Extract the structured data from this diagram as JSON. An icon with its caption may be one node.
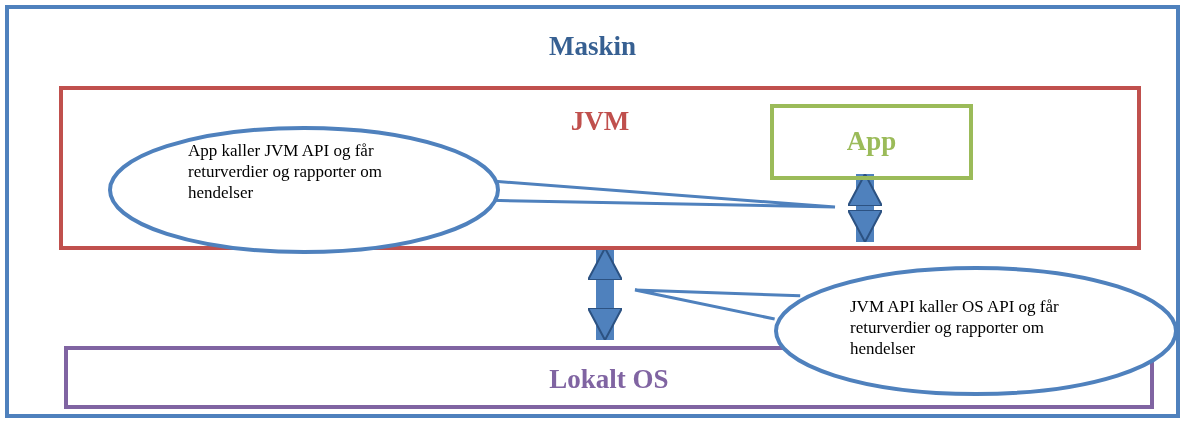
{
  "diagram": {
    "nodes": [
      {
        "text": [
          "Maskin"
        ]
      },
      {
        "text": [
          "JVM"
        ],
        "in": 0
      },
      {
        "text": [
          "App"
        ],
        "in": 1
      },
      {
        "text": [
          "App kaller JVM API og får returverdier og rapporter om hendelser"
        ],
        "in": 1
      },
      {
        "text": [
          "Lokalt OS"
        ],
        "in": 0
      },
      {
        "text": [
          "JVM API kaller OS API og får returverdier og rapporter om hendelser"
        ],
        "in": 0
      }
    ],
    "edges": [
      {
        "from": 2,
        "to": 1,
        "arrow": "both",
        "style": "thick"
      },
      {
        "from": 1,
        "to": 4,
        "arrow": "both",
        "style": "thick"
      },
      {
        "from": 3,
        "to": null,
        "arrow": "none"
      },
      {
        "from": 5,
        "to": null,
        "arrow": "none"
      }
    ]
  }
}
